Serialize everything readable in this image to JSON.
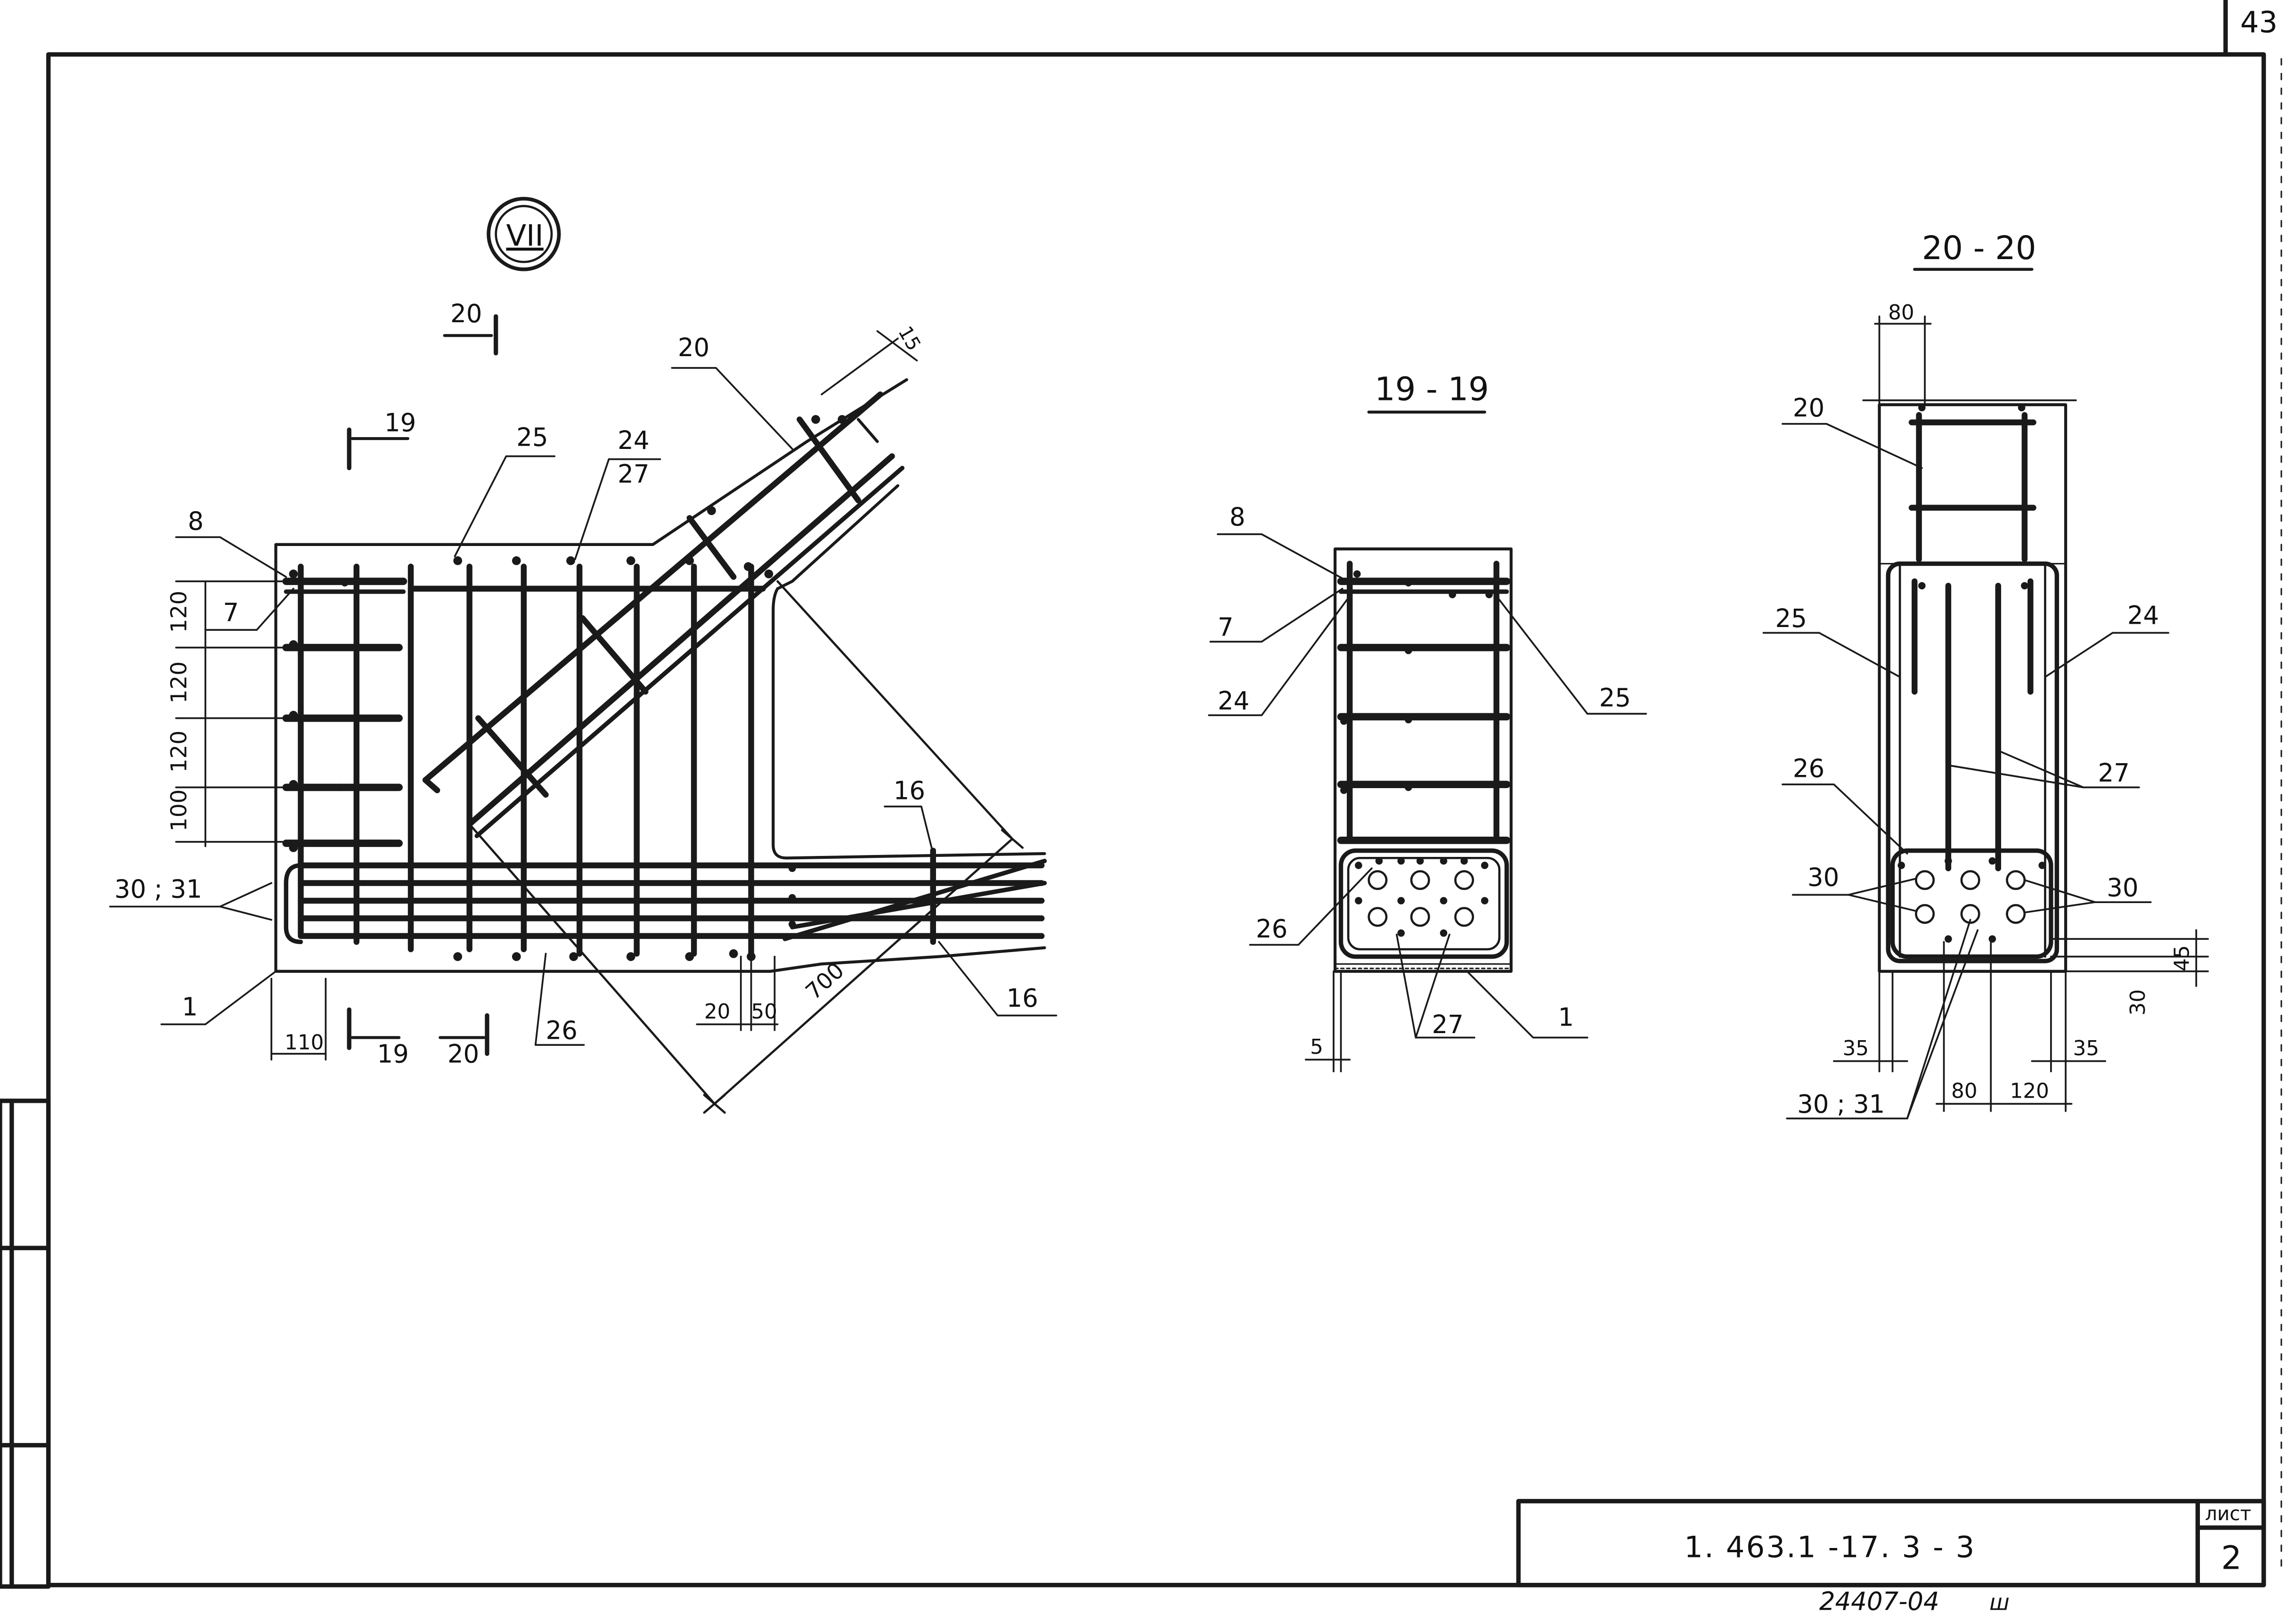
{
  "sheet": {
    "page_corner_number": "43",
    "stamp_number": "24407-04",
    "stamp_suffix": "ш",
    "title_block": {
      "code": "1. 463.1 -17. 3 - 3",
      "sheet_header": "лист",
      "sheet_number": "2"
    }
  },
  "view_main": {
    "node_mark": "VII",
    "labels": {
      "l_8": "8",
      "l_7": "7",
      "l_30_31": "30 ; 31",
      "l_1": "1",
      "l_25": "25",
      "l_24": "24",
      "l_27": "27",
      "l_20": "20",
      "l_26": "26",
      "l_16_top": "16",
      "l_16_bottom": "16"
    },
    "section_marks": {
      "s20_top": "20",
      "s19_top": "19",
      "s19_bottom": "19",
      "s20_bottom": "20"
    },
    "dims": {
      "d120_1": "120",
      "d120_2": "120",
      "d120_3": "120",
      "d100": "100",
      "d110": "110",
      "d20": "20",
      "d50": "50",
      "d700": "700",
      "d15": "15"
    }
  },
  "view_19": {
    "title": "19 - 19",
    "labels": {
      "l_8": "8",
      "l_7": "7",
      "l_24": "24",
      "l_25": "25",
      "l_26": "26",
      "l_27": "27",
      "l_1": "1"
    },
    "dims": {
      "d5": "5"
    }
  },
  "view_20": {
    "title": "20 - 20",
    "labels": {
      "l_20": "20",
      "l_25": "25",
      "l_24": "24",
      "l_26": "26",
      "l_27": "27",
      "l_30_left": "30",
      "l_30_right": "30",
      "l_30_31": "30 ; 31"
    },
    "dims": {
      "d80_top": "80",
      "d45": "45",
      "d30": "30",
      "d35_left": "35",
      "d35_right": "35",
      "d80_bottom": "80",
      "d120": "120"
    }
  }
}
